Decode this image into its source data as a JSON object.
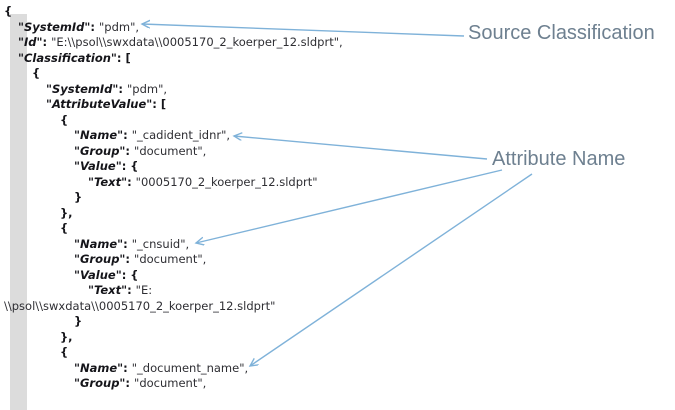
{
  "annotations": {
    "source_classification": "Source Classification",
    "attribute_name": "Attribute Name"
  },
  "colors": {
    "arrow": "#7fb2d9",
    "annotation_text": "#6e8090",
    "json_key": "#15151a",
    "json_value": "#2e2e33",
    "gutter": "#dcdcdc",
    "background": "#ffffff"
  },
  "code": {
    "language": "json",
    "lines": [
      {
        "indent": 0,
        "tokens": [
          {
            "t": "b",
            "s": "{"
          }
        ]
      },
      {
        "indent": 1,
        "tokens": [
          {
            "t": "k",
            "s": "\"SystemId\""
          },
          {
            "t": "p",
            "s": ": "
          },
          {
            "t": "v",
            "s": "\"pdm\","
          }
        ]
      },
      {
        "indent": 1,
        "tokens": [
          {
            "t": "k",
            "s": "\"Id\""
          },
          {
            "t": "p",
            "s": ": "
          },
          {
            "t": "v",
            "s": "\"E:\\\\psol\\\\swxdata\\\\0005170_2_koerper_12.sldprt\","
          }
        ]
      },
      {
        "indent": 1,
        "tokens": [
          {
            "t": "k",
            "s": "\"Classification\""
          },
          {
            "t": "p",
            "s": ": "
          },
          {
            "t": "b",
            "s": "["
          }
        ]
      },
      {
        "indent": 2,
        "tokens": [
          {
            "t": "b",
            "s": "{"
          }
        ]
      },
      {
        "indent": 3,
        "tokens": [
          {
            "t": "k",
            "s": "\"SystemId\""
          },
          {
            "t": "p",
            "s": ": "
          },
          {
            "t": "v",
            "s": "\"pdm\","
          }
        ]
      },
      {
        "indent": 3,
        "tokens": [
          {
            "t": "k",
            "s": "\"AttributeValue\""
          },
          {
            "t": "p",
            "s": ": "
          },
          {
            "t": "b",
            "s": "["
          }
        ]
      },
      {
        "indent": 4,
        "tokens": [
          {
            "t": "b",
            "s": "{"
          }
        ]
      },
      {
        "indent": 5,
        "tokens": [
          {
            "t": "k",
            "s": "\"Name\""
          },
          {
            "t": "p",
            "s": ": "
          },
          {
            "t": "v",
            "s": "\"_cadident_idnr\","
          }
        ]
      },
      {
        "indent": 5,
        "tokens": [
          {
            "t": "k",
            "s": "\"Group\""
          },
          {
            "t": "p",
            "s": ": "
          },
          {
            "t": "v",
            "s": "\"document\","
          }
        ]
      },
      {
        "indent": 5,
        "tokens": [
          {
            "t": "k",
            "s": "\"Value\""
          },
          {
            "t": "p",
            "s": ": "
          },
          {
            "t": "b",
            "s": "{"
          }
        ]
      },
      {
        "indent": 6,
        "tokens": [
          {
            "t": "k",
            "s": "\"Text\""
          },
          {
            "t": "p",
            "s": ": "
          },
          {
            "t": "v",
            "s": "\"0005170_2_koerper_12.sldprt\""
          }
        ]
      },
      {
        "indent": 5,
        "tokens": [
          {
            "t": "b",
            "s": "}"
          }
        ]
      },
      {
        "indent": 4,
        "tokens": [
          {
            "t": "b",
            "s": "},"
          }
        ]
      },
      {
        "indent": 4,
        "tokens": [
          {
            "t": "b",
            "s": "{"
          }
        ]
      },
      {
        "indent": 5,
        "tokens": [
          {
            "t": "k",
            "s": "\"Name\""
          },
          {
            "t": "p",
            "s": ": "
          },
          {
            "t": "v",
            "s": "\"_cnsuid\","
          }
        ]
      },
      {
        "indent": 5,
        "tokens": [
          {
            "t": "k",
            "s": "\"Group\""
          },
          {
            "t": "p",
            "s": ": "
          },
          {
            "t": "v",
            "s": "\"document\","
          }
        ]
      },
      {
        "indent": 5,
        "tokens": [
          {
            "t": "k",
            "s": "\"Value\""
          },
          {
            "t": "p",
            "s": ": "
          },
          {
            "t": "b",
            "s": "{"
          }
        ]
      },
      {
        "indent": 6,
        "tokens": [
          {
            "t": "k",
            "s": "\"Text\""
          },
          {
            "t": "p",
            "s": ": "
          },
          {
            "t": "v",
            "s": "\"E:"
          }
        ]
      },
      {
        "indent": 0,
        "tokens": [
          {
            "t": "v",
            "s": "\\\\psol\\\\swxdata\\\\0005170_2_koerper_12.sldprt\""
          }
        ]
      },
      {
        "indent": 5,
        "tokens": [
          {
            "t": "b",
            "s": "}"
          }
        ]
      },
      {
        "indent": 4,
        "tokens": [
          {
            "t": "b",
            "s": "},"
          }
        ]
      },
      {
        "indent": 4,
        "tokens": [
          {
            "t": "b",
            "s": "{"
          }
        ]
      },
      {
        "indent": 5,
        "tokens": [
          {
            "t": "k",
            "s": "\"Name\""
          },
          {
            "t": "p",
            "s": ": "
          },
          {
            "t": "v",
            "s": "\"_document_name\","
          }
        ]
      },
      {
        "indent": 5,
        "tokens": [
          {
            "t": "k",
            "s": "\"Group\""
          },
          {
            "t": "p",
            "s": ": "
          },
          {
            "t": "v",
            "s": "\"document\","
          }
        ]
      }
    ]
  }
}
